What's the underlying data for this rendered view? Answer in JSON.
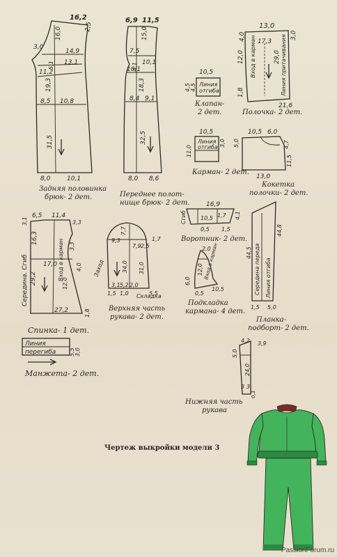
{
  "caption": "Чертеж выкройки модели 3",
  "watermark": "PassionForum.ru",
  "pieces": {
    "back_trouser": {
      "label1": "Задняя половинка",
      "label2": "брюк- 2 дет.",
      "dims": [
        "16,2",
        "2,5",
        "16,0",
        "3,0",
        "14,9",
        "13,1",
        "11,2",
        "5,1",
        "19,3",
        "8,5",
        "10,8",
        "31,5",
        "8,0",
        "10,1"
      ]
    },
    "front_trouser": {
      "label1": "Переднее полот-",
      "label2": "нище брюк- 2 дет.",
      "dims": [
        "6,9",
        "11,5",
        "15,0",
        "7,5",
        "10,1",
        "4,1",
        "10,1",
        "18,3",
        "8,4",
        "9,1",
        "32,5",
        "8,0",
        "8,6"
      ]
    },
    "flap": {
      "label": "Клапан-",
      "label2": "2 дет.",
      "dims": [
        "10,5",
        "4,5",
        "4,5"
      ],
      "fold1": "Линия",
      "fold2": "отгиба"
    },
    "yoke_front": {
      "label": "Полочка- 2 дет.",
      "dims": [
        "13,0",
        "4,0",
        "17,3",
        "12,0",
        "29,0",
        "3,0",
        "1,8",
        "21,6"
      ],
      "text1": "Вход в карман",
      "text2": "Линия притачивания"
    },
    "pocket": {
      "label": "Карман- 2 дет.",
      "dims": [
        "10,5",
        "11,0",
        "3,0"
      ],
      "fold1": "Линия",
      "fold2": "отгиба"
    },
    "kokette": {
      "label1": "Кокетка",
      "label2": "полочки- 2 дет.",
      "dims": [
        "10,5",
        "6,0",
        "5,0",
        "4,7",
        "11,5",
        "13,0"
      ]
    },
    "back": {
      "label": "Спинка- 1 дет.",
      "dims": [
        "6,5",
        "11,4",
        "3,1",
        "3,3",
        "16,3",
        "3,3",
        "17,0",
        "29,2",
        "12,0",
        "4,0",
        "27,2",
        "1,8"
      ],
      "text1": "Середина. Сгиб",
      "text2": "Вход в карман"
    },
    "sleeve_top": {
      "label1": "Верхняя часть",
      "label2": "рукава- 2 дет.",
      "dims": [
        "7,7",
        "9,3",
        "1,7",
        "7,9",
        "2,5",
        "34,0",
        "31,0",
        "3,1",
        "5,2",
        "2,0",
        "1,5",
        "1,0",
        "5,5"
      ],
      "text1": "Заход",
      "text2": "Складка"
    },
    "collar": {
      "label": "Воротник- 2 дет.",
      "dims": [
        "16,9",
        "10,5",
        "1,7",
        "0,5",
        "1,5",
        "4,1"
      ],
      "text1": "Сгиб"
    },
    "pocket_lining": {
      "label1": "Подкладка",
      "label2": "кармана- 4 дет.",
      "dims": [
        "2,0",
        "12,0",
        "6,0",
        "0,5",
        "10,5"
      ],
      "text1": "Вход в карман"
    },
    "placket": {
      "label1": "Планка-",
      "label2": "подборт- 2 дет.",
      "dims": [
        "44,8",
        "44,5",
        "1,5",
        "5,0"
      ],
      "text1": "Середина переда",
      "text2": "Линия отгиба"
    },
    "cuff": {
      "label": "Манжета- 2 дет.",
      "text1": "Линия",
      "text2": "перегиба",
      "dims": [
        "5,5",
        "3,0"
      ]
    },
    "sleeve_bottom": {
      "label1": "Нижняя часть",
      "label2": "рукава",
      "dims": [
        "4,2",
        "3,9",
        "5,0",
        "24,0",
        "3",
        "3",
        "0,3"
      ]
    }
  },
  "colors": {
    "suit": "#43b35c",
    "suit_dark": "#2b8a40",
    "collar": "#7a2a24",
    "paper": "#e9e1cf",
    "ink": "#2e2a24"
  }
}
